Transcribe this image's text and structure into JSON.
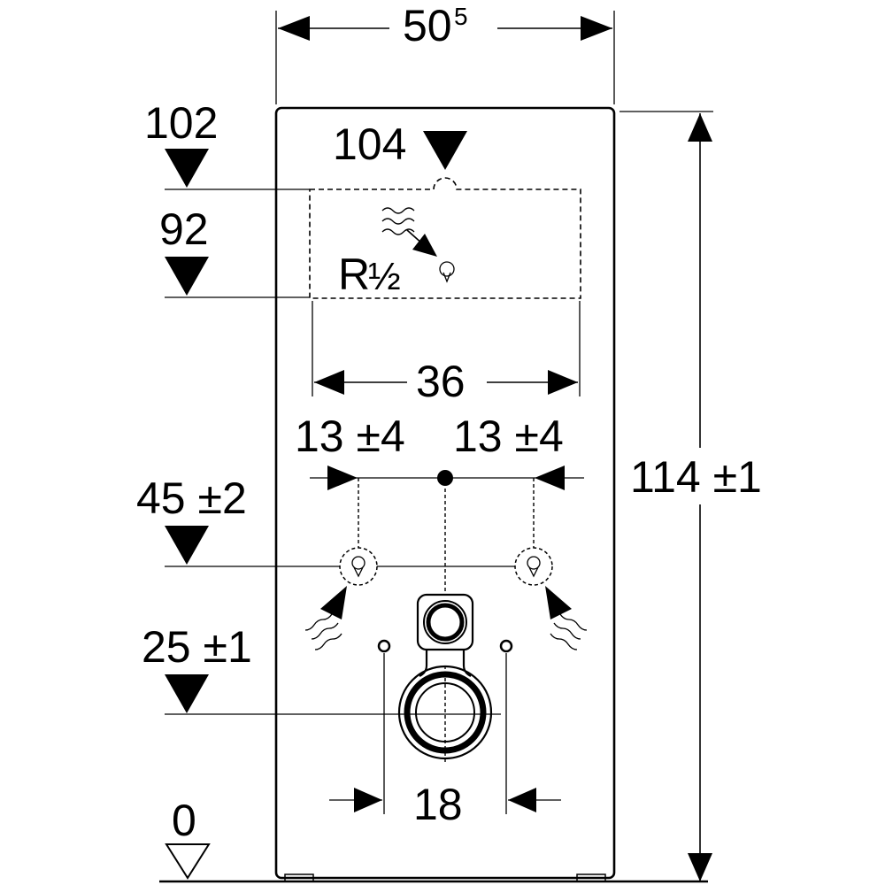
{
  "dimensions": {
    "width_main": "50",
    "width_sup": "5",
    "height_total": "114 ±1",
    "level_102": "102",
    "level_104": "104",
    "level_92": "92",
    "thread_main": "R",
    "thread_half": "½",
    "cistern_width": "36",
    "offset_left": "13 ±4",
    "offset_right": "13 ±4",
    "level_45": "45 ±2",
    "level_25": "25 ±1",
    "bolt_spacing": "18",
    "floor_level": "0"
  }
}
